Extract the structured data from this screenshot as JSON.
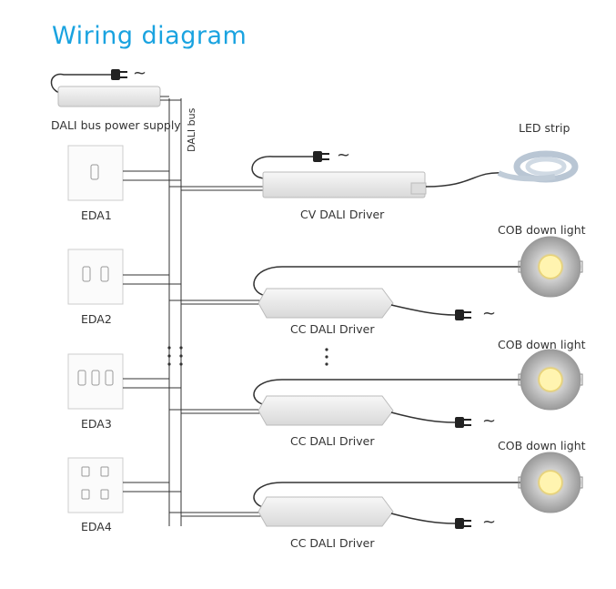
{
  "title": "Wiring diagram",
  "labels": {
    "power_supply": "DALI bus power supply",
    "bus": "DALI bus",
    "led_strip": "LED strip",
    "cv_driver": "CV DALI Driver",
    "cob1": "COB down light",
    "cob2": "COB down light",
    "cob3": "COB down light",
    "cc_driver1": "CC DALI Driver",
    "cc_driver2": "CC DALI Driver",
    "cc_driver3": "CC DALI Driver",
    "eda1": "EDA1",
    "eda2": "EDA2",
    "eda3": "EDA3",
    "eda4": "EDA4"
  },
  "ac_symbol": "~",
  "colors": {
    "title": "#1aa3e0",
    "wire": "#333333",
    "device": "#e9e9e9"
  }
}
